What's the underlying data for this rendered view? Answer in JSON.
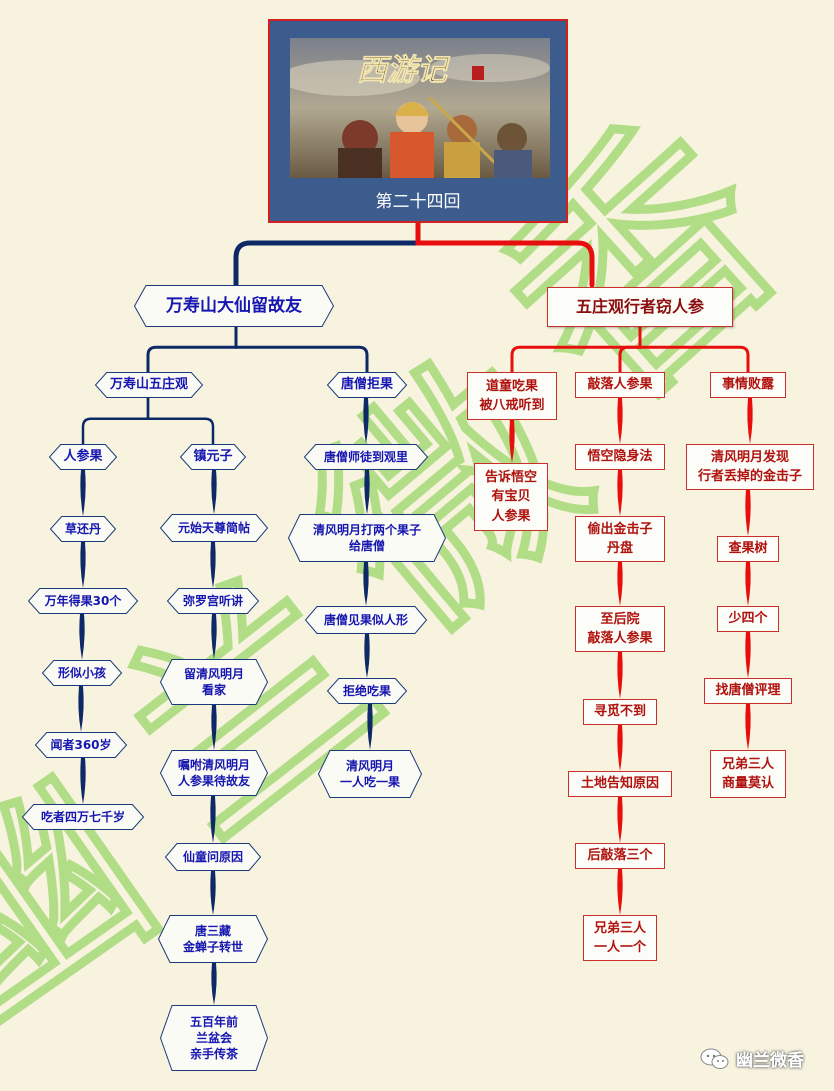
{
  "root": {
    "caption": "第二十四回",
    "title_art": "西游记"
  },
  "left_branch": {
    "title": "万寿山大仙留故友",
    "sub_a": {
      "title": "万寿山五庄观",
      "col1": {
        "title": "人参果",
        "items": [
          "草还丹",
          "万年得果30个",
          "形似小孩",
          "闻者360岁",
          "吃者四万七千岁"
        ]
      },
      "col2": {
        "title": "镇元子",
        "items": [
          "元始天尊简帖",
          "弥罗宫听讲",
          "留清风明月\n看家",
          "嘱咐清风明月\n人参果待故友",
          "仙童问原因",
          "唐三藏\n金蝉子转世",
          "五百年前\n兰盆会\n亲手传茶"
        ]
      }
    },
    "sub_b": {
      "title": "唐僧拒果",
      "items": [
        "唐僧师徒到观里",
        "清风明月打两个果子\n给唐僧",
        "唐僧见果似人形",
        "拒绝吃果",
        "清风明月\n一人吃一果"
      ]
    }
  },
  "right_branch": {
    "title": "五庄观行者窃人参",
    "col1": {
      "title": "道童吃果\n被八戒听到",
      "items": [
        "告诉悟空\n有宝贝\n人参果"
      ]
    },
    "col2": {
      "title": "敲落人参果",
      "items": [
        "悟空隐身法",
        "偷出金击子\n丹盘",
        "至后院\n敲落人参果",
        "寻觅不到",
        "土地告知原因",
        "后敲落三个",
        "兄弟三人\n一人一个"
      ]
    },
    "col3": {
      "title": "事情败露",
      "items": [
        "清风明月发现\n行者丢掉的金击子",
        "查果树",
        "少四个",
        "找唐僧评理",
        "兄弟三人\n商量莫认"
      ]
    }
  },
  "watermark_big": "幽兰微香",
  "footer": {
    "brand": "幽兰微香"
  },
  "colors": {
    "blue_connector": "#0d2a66",
    "red_connector": "#e80e0e",
    "blue_text": "#1616b0",
    "red_text": "#b0120e",
    "watermark": "#9bd66a"
  }
}
